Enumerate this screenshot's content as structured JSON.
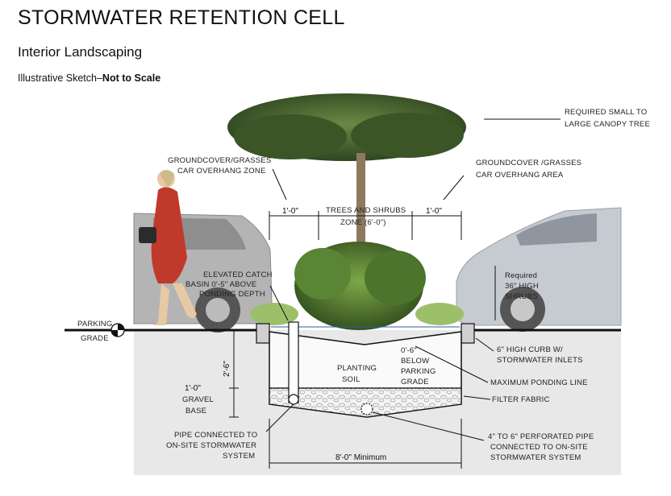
{
  "header": {
    "title": "STORMWATER RETENTION CELL",
    "subtitle": "Interior Landscaping",
    "caption_prefix": "Illustrative Sketch–",
    "caption_bold": "Not to Scale"
  },
  "labels": {
    "canopy_tree_1": "REQUIRED SMALL TO",
    "canopy_tree_2": "LARGE CANOPY TREE",
    "gc_left_1": "GROUNDCOVER/GRASSES",
    "gc_left_2": "CAR OVERHANG ZONE",
    "gc_right_1": "GROUNDCOVER /GRASSES",
    "gc_right_2": "CAR OVERHANG AREA",
    "dim_left": "1'-0\"",
    "dim_right": "1'-0\"",
    "trees_zone_1": "TREES AND SHRUBS",
    "trees_zone_2": "ZONE (6'-0\")",
    "catch_basin_1": "ELEVATED CATCH",
    "catch_basin_2": "BASIN 0'-5\" ABOVE",
    "catch_basin_3": "PONDING DEPTH",
    "shrubs_1": "Required",
    "shrubs_2": "36\" HIGH",
    "shrubs_3": "SHRUBS",
    "parking_grade_1": "PARKING",
    "parking_grade_2": "GRADE",
    "depth": "2'-6\"",
    "planting_soil_1": "PLANTING",
    "planting_soil_2": "SOIL",
    "below_grade_1": "0'-6\"",
    "below_grade_2": "BELOW",
    "below_grade_3": "PARKING",
    "below_grade_4": "GRADE",
    "curb_1": "6\" HIGH CURB W/",
    "curb_2": "STORMWATER INLETS",
    "ponding_line": "MAXIMUM PONDING LINE",
    "filter_fabric": "FILTER FABRIC",
    "gravel_1": "1'-0\"",
    "gravel_2": "GRAVEL",
    "gravel_3": "BASE",
    "pipe_left_1": "PIPE CONNECTED TO",
    "pipe_left_2": "ON-SITE STORMWATER",
    "pipe_left_3": "SYSTEM",
    "pipe_right_1": "4\" TO 6\" PERFORATED PIPE",
    "pipe_right_2": "CONNECTED TO ON-SITE",
    "pipe_right_3": "STORMWATER SYSTEM",
    "width": "8'-0\" Minimum"
  },
  "colors": {
    "ground": "#e6e6e6",
    "foliage": "#3f5a2a",
    "shrub": "#4f7a2f",
    "grass": "#8fb35a",
    "car_left": "#a9a9a9",
    "car_right": "#c4c8cf",
    "coat": "#c0392b"
  }
}
